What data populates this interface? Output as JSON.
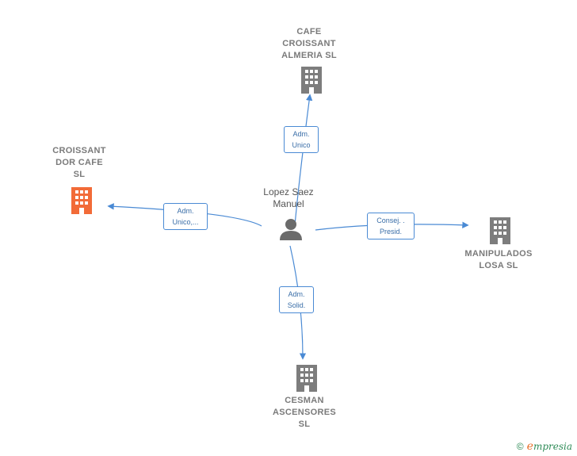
{
  "colors": {
    "building_default": "#7d7d7d",
    "building_highlight": "#f26b38",
    "edge": "#4a8ad4",
    "person": "#6b6b6b"
  },
  "person": {
    "name_line1": "Lopez Saez",
    "name_line2": "Manuel",
    "icon": "person-icon"
  },
  "companies": {
    "cafe_croissant": {
      "line1": "CAFE",
      "line2": "CROISSANT",
      "line3": "ALMERIA  SL",
      "icon": "building-icon"
    },
    "croissant_dor": {
      "line1": "CROISSANT",
      "line2": "DOR CAFE",
      "line3": "SL",
      "icon": "building-icon"
    },
    "manipulados": {
      "line1": "MANIPULADOS",
      "line2": "LOSA  SL",
      "icon": "building-icon"
    },
    "cesman": {
      "line1": "CESMAN",
      "line2": "ASCENSORES",
      "line3": "SL",
      "icon": "building-icon"
    }
  },
  "relations": {
    "cafe_croissant": {
      "line1": "Adm.",
      "line2": "Unico"
    },
    "croissant_dor": {
      "line1": "Adm.",
      "line2": "Unico,..."
    },
    "manipulados": {
      "line1": "Consej. .",
      "line2": "Presid."
    },
    "cesman": {
      "line1": "Adm.",
      "line2": "Solid."
    }
  },
  "footer": {
    "copyright": "©",
    "brand_initial": "e",
    "brand_rest": "mpresia"
  }
}
